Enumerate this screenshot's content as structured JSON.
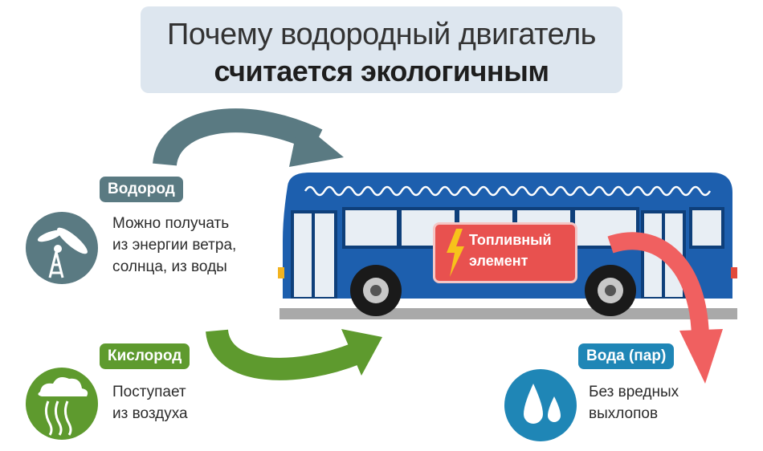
{
  "title": {
    "line1": "Почему водородный двигатель",
    "line2": "считается экологичным"
  },
  "hydrogen": {
    "label": "Водород",
    "desc": [
      "Можно получать",
      "из энергии ветра,",
      "солнца, из воды"
    ],
    "icon": "wind-turbine-icon"
  },
  "oxygen": {
    "label": "Кислород",
    "desc": [
      "Поступает",
      "из воздуха"
    ],
    "icon": "air-cloud-icon"
  },
  "fuel_cell": {
    "label": [
      "Топливный",
      "элемент"
    ],
    "icon": "lightning-icon"
  },
  "water": {
    "label": "Вода (пар)",
    "desc": [
      "Без вредных",
      "выхлопов"
    ],
    "icon": "water-drops-icon"
  },
  "colors": {
    "title_bg": "#dde6ef",
    "hydrogen": "#5a7a82",
    "oxygen": "#5e9a2e",
    "water": "#1f86b6",
    "bus": "#1d5fae",
    "fuel_cell": "#e8514f",
    "exhaust_arrow": "#f06060"
  }
}
